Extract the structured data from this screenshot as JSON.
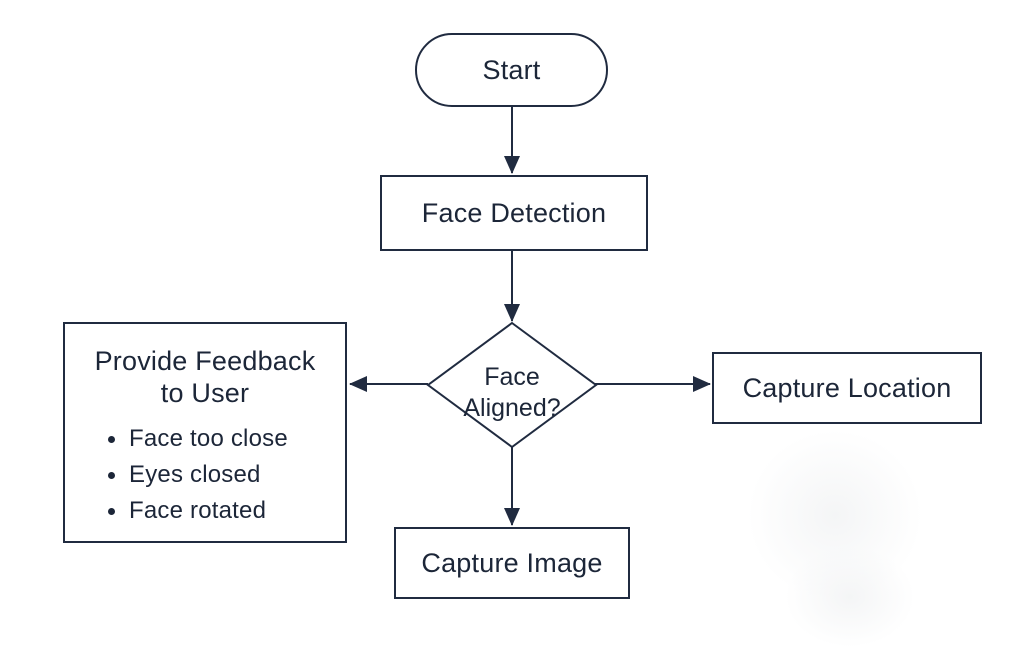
{
  "colors": {
    "stroke": "#202b40",
    "text": "#1c2638",
    "node_fill": "#ffffff",
    "background": "#ffffff"
  },
  "nodes": {
    "start": {
      "type": "terminator",
      "label": "Start"
    },
    "face_detection": {
      "type": "process",
      "label": "Face Detection"
    },
    "face_aligned": {
      "type": "decision",
      "label_lines": [
        "Face",
        "Aligned?"
      ]
    },
    "provide_feedback": {
      "type": "process",
      "title_lines": [
        "Provide Feedback",
        "to User"
      ],
      "bullets": [
        "Face too close",
        "Eyes closed",
        "Face rotated"
      ]
    },
    "capture_location": {
      "type": "process",
      "label": "Capture Location"
    },
    "capture_image": {
      "type": "process",
      "label": "Capture Image"
    }
  },
  "edges": [
    {
      "from": "start",
      "to": "face_detection"
    },
    {
      "from": "face_detection",
      "to": "face_aligned"
    },
    {
      "from": "face_aligned",
      "to": "provide_feedback"
    },
    {
      "from": "face_aligned",
      "to": "capture_location"
    },
    {
      "from": "face_aligned",
      "to": "capture_image"
    }
  ]
}
